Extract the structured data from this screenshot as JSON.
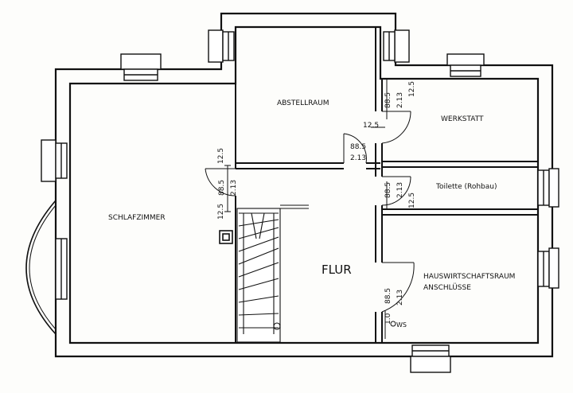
{
  "rooms": {
    "schlafzimmer": "SCHLAFZIMMER",
    "abstellraum": "ABSTELLRAUM",
    "werkstatt": "WERKSTATT",
    "toilette": "Toilette (Rohbau)",
    "flur": "FLUR",
    "hauswirtschaft": "HAUSWIRTSCHAFTSRAUM",
    "anschluesse": "ANSCHLÜSSE"
  },
  "dimensions": {
    "door_width": "88.5",
    "door_height": "2.13",
    "parapet": "12.5",
    "ws_height": "1.0",
    "ws_label": "WS"
  },
  "colors": {
    "wall": "#111111",
    "wall_fill": "#ffffff",
    "paper": "#fdfdfb"
  }
}
